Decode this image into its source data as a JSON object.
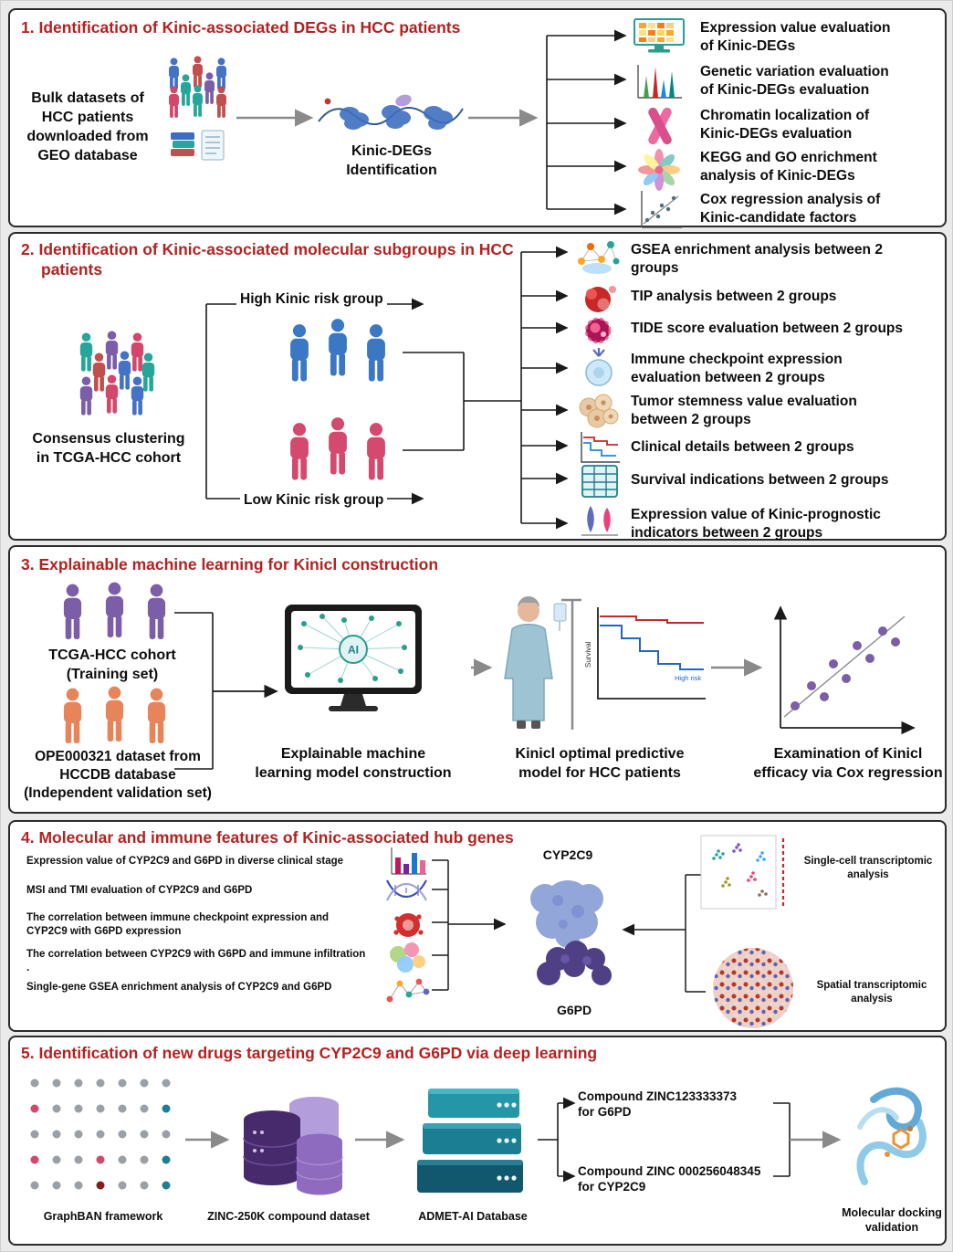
{
  "p1": {
    "title": "1. Identification of Kinic-associated DEGs in HCC patients",
    "source": "Bulk datasets of\nHCC patients\ndownloaded from\nGEO database",
    "center": "Kinic-DEGs\nIdentification",
    "outputs": [
      {
        "icon": "heatmap-monitor-icon",
        "label": "Expression value evaluation\nof Kinic-DEGs"
      },
      {
        "icon": "variant-peaks-icon",
        "label": "Genetic variation evaluation\nof Kinic-DEGs evaluation"
      },
      {
        "icon": "chromosome-icon",
        "label": "Chromatin localization of\nKinic-DEGs evaluation"
      },
      {
        "icon": "pathway-enrichment-icon",
        "label": "KEGG and GO enrichment\nanalysis of Kinic-DEGs"
      },
      {
        "icon": "cox-scatter-icon",
        "label": "Cox regression analysis of\nKinic-candidate factors"
      }
    ]
  },
  "p2": {
    "title": "2. Identification of Kinic-associated molecular subgroups\nin HCC patients",
    "source": "Consensus clustering\nin TCGA-HCC cohort",
    "high_group": "High Kinic risk group",
    "low_group": "Low Kinic risk group",
    "outputs": [
      {
        "icon": "gsea-network-icon",
        "label": "GSEA enrichment analysis between 2\ngroups"
      },
      {
        "icon": "tip-cell-icon",
        "label": "TIP analysis between 2 groups"
      },
      {
        "icon": "tide-cell-icon",
        "label": "TIDE score evaluation between 2 groups"
      },
      {
        "icon": "immune-checkpoint-icon",
        "label": "Immune checkpoint expression\nevaluation between 2 groups"
      },
      {
        "icon": "tumor-stemness-icon",
        "label": "Tumor stemness value evaluation\nbetween 2 groups"
      },
      {
        "icon": "km-curve-icon",
        "label": "Clinical details between 2 groups"
      },
      {
        "icon": "survival-table-icon",
        "label": "Survival indications between 2 groups"
      },
      {
        "icon": "expression-violin-icon",
        "label": "Expression value of  Kinic-prognostic\nindicators between 2 groups"
      }
    ]
  },
  "p3": {
    "title": "3. Explainable machine learning for Kinicl construction",
    "training": "TCGA-HCC cohort\n(Training set)",
    "validation": "OPE000321 dataset from\nHCCDB database\n(Independent validation set)",
    "ml_label": "Explainable machine\nlearning model construction",
    "model_label": "Kinicl optimal predictive\nmodel for HCC patients",
    "exam_label": "Examination of Kinicl\nefficacy via Cox regression",
    "survival_axis": "Survival",
    "high_risk": "High risk",
    "ai_label": "AI"
  },
  "p4": {
    "title": "4. Molecular and immune features of Kinic-associated hub genes",
    "items": [
      {
        "icon": "bar-chart-icon",
        "label": "Expression value of CYP2C9 and G6PD in diverse clinical stage"
      },
      {
        "icon": "dna-icon",
        "label": "MSI and TMI evaluation of CYP2C9 and G6PD"
      },
      {
        "icon": "immune-cell-icon",
        "label": "The correlation between immune checkpoint expression and\nCYP2C9 with G6PD expression"
      },
      {
        "icon": "cell-cluster-icon",
        "label": "The correlation between CYP2C9 with G6PD and immune infiltration\n."
      },
      {
        "icon": "network-icon",
        "label": "Single-gene GSEA enrichment analysis of CYP2C9 and G6PD"
      }
    ],
    "gene_top": "CYP2C9",
    "gene_bottom": "G6PD",
    "single_cell": "Single-cell transcriptomic\nanalysis",
    "spatial": "Spatial transcriptomic\nanalysis"
  },
  "p5": {
    "title": "5.  Identification of new drugs targeting CYP2C9 and G6PD via deep learning",
    "graphban": "GraphBAN framework",
    "zinc": "ZINC-250K compound dataset",
    "admet": "ADMET-AI Database",
    "compound_top": "Compound ZINC123333373\nfor G6PD",
    "compound_bottom": "Compound ZINC 000256048345\nfor CYP2C9",
    "docking": "Molecular docking\nvalidation"
  },
  "colors": {
    "heading_red": "#b22222",
    "high_group_blue": "#3a78c3",
    "low_group_pink": "#d44a6e",
    "training_purple": "#7b5ea7",
    "validation_orange": "#e8845a",
    "teal_accent": "#1d7f8f"
  }
}
